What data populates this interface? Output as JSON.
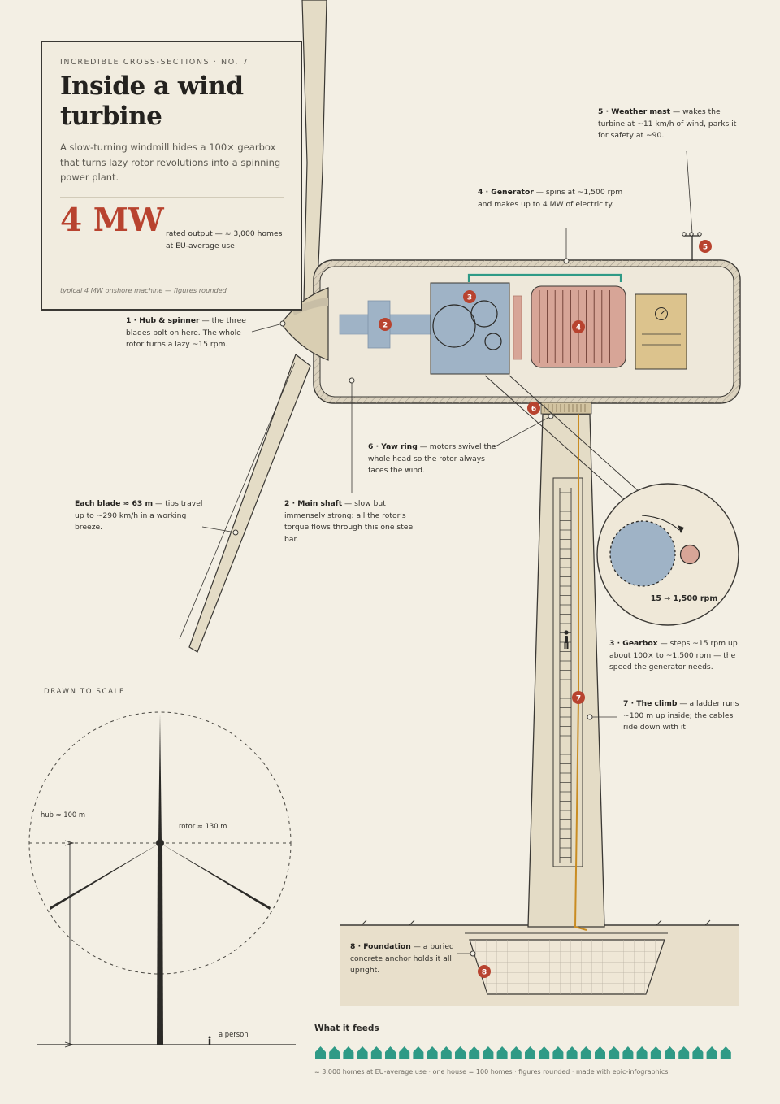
{
  "header": {
    "kicker": "INCREDIBLE CROSS-SECTIONS · NO. 7",
    "title": "Inside a wind turbine",
    "subtitle": "A slow-turning windmill hides a 100× gearbox that turns lazy rotor revolutions into a spinning power plant.",
    "big_number": "4 MW",
    "big_number_desc": "rated output — ≈ 3,000 homes at EU-average use",
    "note": "typical 4 MW onshore machine — figures rounded"
  },
  "callouts": {
    "hub": {
      "num": "1",
      "title": "1 · Hub & spinner",
      "text": " — the three blades bolt on here. The whole rotor turns a lazy ~15 rpm."
    },
    "shaft": {
      "num": "2",
      "title": "2 · Main shaft",
      "text": " — slow but immensely strong: all the rotor's torque flows through this one steel bar."
    },
    "gearbox": {
      "num": "3",
      "title": "3 · Gearbox",
      "text": " — steps ~15 rpm up about 100× to ~1,500 rpm — the speed the generator needs."
    },
    "generator": {
      "num": "4",
      "title": "4 · Generator",
      "text": " — spins at ~1,500 rpm and makes up to 4 MW of electricity."
    },
    "mast": {
      "num": "5",
      "title": "5 · Weather mast",
      "text": " — wakes the turbine at ~11 km/h of wind, parks it for safety at ~90."
    },
    "yaw": {
      "num": "6",
      "title": "6 · Yaw ring",
      "text": " — motors swivel the whole head so the rotor always faces the wind."
    },
    "climb": {
      "num": "7",
      "title": "7 · The climb",
      "text": " — a ladder runs ~100 m up inside; the cables ride down with it."
    },
    "foundation": {
      "num": "8",
      "title": "8 · Foundation",
      "text": " — a buried concrete anchor holds it all upright."
    },
    "blade": {
      "title": "Each blade ≈ 63 m",
      "text": " — tips travel up to ~290 km/h in a working breeze."
    }
  },
  "inset": {
    "label": "15 → 1,500 rpm"
  },
  "scale": {
    "heading": "DRAWN TO SCALE",
    "hub_label": "hub ≈ 100 m",
    "rotor_label": "rotor ≈ 130 m",
    "person_label": "a person"
  },
  "feeds": {
    "heading": "What it feeds",
    "houses": 30,
    "footer": "≈ 3,000 homes at EU-average use · one house = 100 homes · figures rounded · made with epic-infographics"
  },
  "colors": {
    "accent": "#b8432f",
    "teal": "#2f9a86",
    "gearbox": "#9fb3c6",
    "generator": "#d7a597",
    "controller": "#dcc38d",
    "cable": "#c98c22"
  }
}
